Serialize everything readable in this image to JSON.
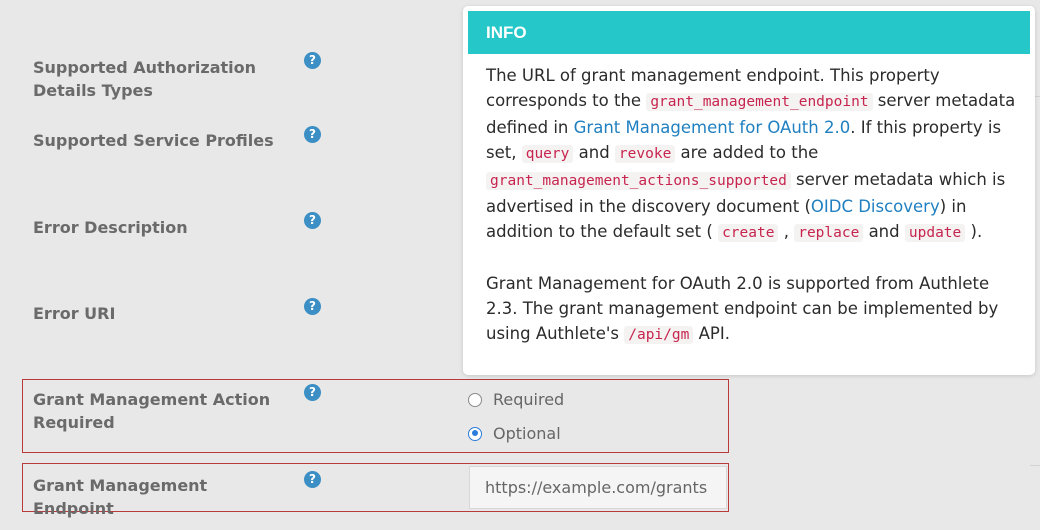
{
  "fields": {
    "supported_auth_details_types": "Supported Authorization Details Types",
    "supported_service_profiles": "Supported Service Profiles",
    "error_description": "Error Description",
    "error_uri": "Error URI",
    "grant_management_action_required": "Grant Management Action Required",
    "grant_management_endpoint": "Grant Management Endpoint"
  },
  "help_icon_glyph": "?",
  "radio_options": {
    "required": "Required",
    "optional": "Optional",
    "selected": "optional"
  },
  "endpoint_input": {
    "value": "https://example.com/grants"
  },
  "tooltip": {
    "title": "INFO",
    "p1": {
      "t1": "The URL of grant management endpoint. This property corresponds to the ",
      "c1": "grant_management_endpoint",
      "t2": " server metadata defined in ",
      "l1": "Grant Management for OAuth 2.0",
      "t3": ". If this property is set, ",
      "c2": "query",
      "t4": " and ",
      "c3": "revoke",
      "t5": " are added to the ",
      "c4": "grant_management_actions_supported",
      "t6": " server metadata which is advertised in the discovery document (",
      "l2": "OIDC Discovery",
      "t7": ") in addition to the default set ( ",
      "c5": "create",
      "t8": " , ",
      "c6": "replace",
      "t9": " and ",
      "c7": "update",
      "t10": " )."
    },
    "p2": {
      "t1": "Grant Management for OAuth 2.0 is supported from Authlete 2.3. The grant management endpoint can be implemented by using Authlete's ",
      "c1": "/api/gm",
      "t2": " API."
    }
  },
  "colors": {
    "info_header": "#25c7c9",
    "help_icon": "#3b8fc4",
    "highlight_border": "#b83a3a",
    "link": "#1f7fc0",
    "code_text": "#c7254e"
  }
}
